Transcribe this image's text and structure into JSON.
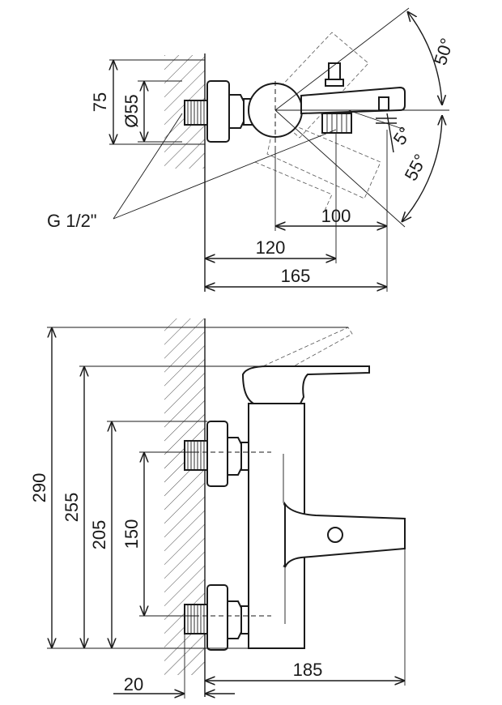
{
  "top_view": {
    "dim_height": "75",
    "dim_diameter": "Ø55",
    "dim_100": "100",
    "dim_120": "120",
    "dim_165": "165",
    "angle_50": "50°",
    "angle_5": "5°",
    "angle_55": "55°",
    "thread_label": "G 1/2\""
  },
  "front_view": {
    "dim_290": "290",
    "dim_255": "255",
    "dim_205": "205",
    "dim_150": "150",
    "dim_20": "20",
    "dim_185": "185"
  }
}
